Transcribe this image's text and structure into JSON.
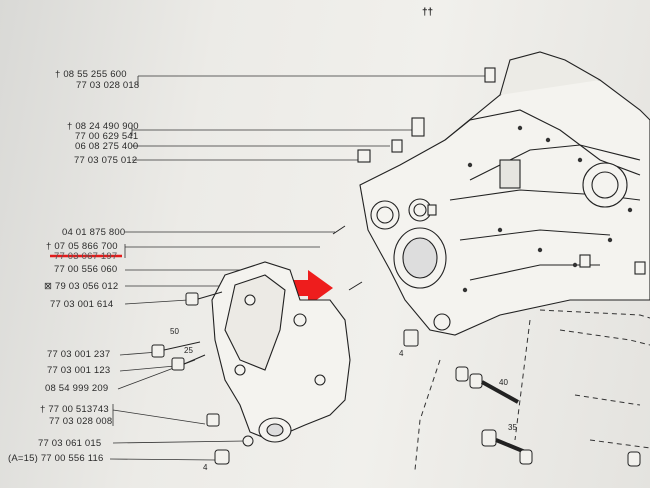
{
  "top_mark": "††",
  "part_refs": [
    {
      "text": "† 08 55 255 600"
    },
    {
      "text": "77 03 028 018"
    },
    {
      "text": "† 08 24 490 900"
    },
    {
      "text": "77 00 629 541"
    },
    {
      "text": "06 08 275 400"
    },
    {
      "text": "77 03 075 012"
    },
    {
      "text": "04 01 875 800"
    },
    {
      "text": "† 07 05 866 700"
    },
    {
      "text": "77 03 067 197"
    },
    {
      "text": "77 00 556 060"
    },
    {
      "text": "⊠ 79 03 056 012"
    },
    {
      "text": "77 03 001 614"
    },
    {
      "text": "77 03 001 237"
    },
    {
      "text": "77 03 001 123"
    },
    {
      "text": "08 54 999 209"
    },
    {
      "text": "† 77 00 513743"
    },
    {
      "text": "77 03 028 008"
    },
    {
      "text": "77 03 061 015"
    },
    {
      "text": "(A=15) 77 00 556 116"
    }
  ],
  "dimension_labels": {
    "d50": "50",
    "d25": "25",
    "d40": "40",
    "d35": "35",
    "d4a": "4",
    "d4b": "4"
  },
  "colors": {
    "highlight_underline": "#e21b1b",
    "arrow": "#ee1d1d",
    "ink": "#2a2a2a",
    "paper": "#eeede9"
  }
}
